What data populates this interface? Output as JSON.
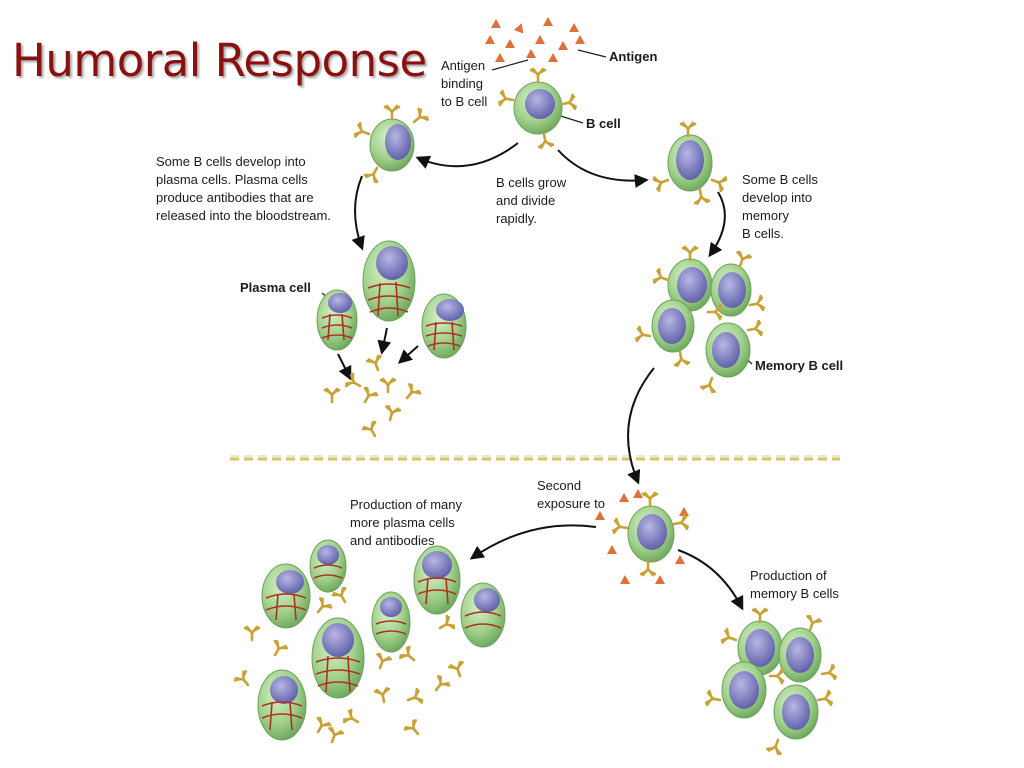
{
  "title": "Humoral Response",
  "labels": {
    "antigen": "Antigen",
    "antigen_binding": "Antigen\nbinding\nto B cell",
    "b_cell": "B cell",
    "plasma_development": "Some B cells develop into\nplasma cells. Plasma cells\nproduce antibodies that are\nreleased into the bloodstream.",
    "grow_divide": "B cells grow\nand divide\nrapidly.",
    "memory_development": "Some B cells\ndevelop into\nmemory\nB cells.",
    "plasma_cell": "Plasma cell",
    "memory_b_cell": "Memory B cell",
    "second_exposure": "Second\nexposure to",
    "many_plasma": "Production of many\nmore plasma cells\nand antibodies",
    "memory_production": "Production of\nmemory B cells"
  },
  "colors": {
    "title": "#8b1111",
    "cell_fill": "#9fd08a",
    "cell_edge": "#6aa35a",
    "nucleus": "#6f6fb4",
    "er_lines": "#b0301e",
    "antibody": "#d9b23e",
    "antigen": "#e0703a",
    "divider": "#d8c65a"
  }
}
